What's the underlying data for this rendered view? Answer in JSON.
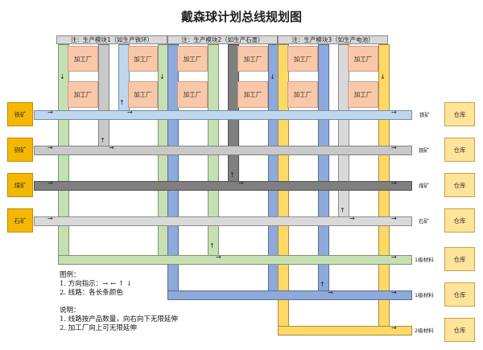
{
  "title": "戴森球计划总线规划图",
  "modules": [
    {
      "label": "注：生产模块1（如生产铁环）"
    },
    {
      "label": "注：生产模块2（如生产石墨）"
    },
    {
      "label": "注：生产模块3（如生产电池）"
    }
  ],
  "factory_label": "加工厂",
  "sources": [
    "铁矿",
    "铜矿",
    "煤矿",
    "石矿"
  ],
  "buses": [
    "铁矿",
    "铜矿",
    "煤矿",
    "石矿",
    "1级材料",
    "1级材料",
    "2级材料"
  ],
  "warehouse_label": "仓库",
  "arrows": {
    "right": "→",
    "down": "↓",
    "up": "↑"
  },
  "legend": {
    "heading": "图例：",
    "items": [
      "1. 方向指示：→ ← ↑ ↓",
      "2. 线路：各长条颜色"
    ]
  },
  "notes": {
    "heading": "说明：",
    "items": [
      "1. 线路按产品数量，向右向下无限延伸",
      "2. 加工厂向上可无限延伸"
    ]
  },
  "colors": {
    "iron": "#bdd7ee",
    "copper": "#c9c9c9",
    "coal": "#7f7f7f",
    "stone": "#d9d9d9",
    "tier1_a": "#c6e0b4",
    "tier1_b": "#8ea9db",
    "tier2": "#ffd966",
    "source": "#f5b800",
    "warehouse": "#ffe49a",
    "factory": "#f8c8a8"
  }
}
